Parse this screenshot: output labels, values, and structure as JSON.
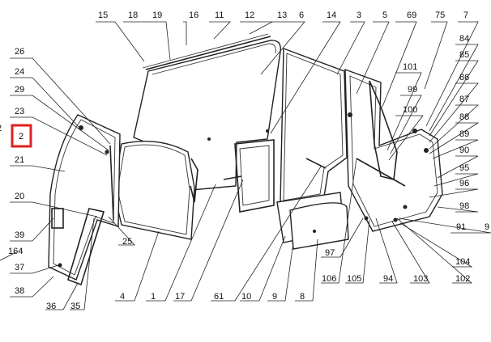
{
  "diagram": {
    "callouts": {
      "c15": "15",
      "c18": "18",
      "c19": "19",
      "c16": "16",
      "c11": "11",
      "c12": "12",
      "c13": "13",
      "c6": "6",
      "c14": "14",
      "c3": "3",
      "c5": "5",
      "c69": "69",
      "c75": "75",
      "c7": "7",
      "c84": "84",
      "c85": "85",
      "c86": "86",
      "c87": "87",
      "c88": "88",
      "c89": "89",
      "c90": "90",
      "c95": "95",
      "c96": "96",
      "c98": "98",
      "c91": "91",
      "c91b": "9",
      "c101": "101",
      "c99": "99",
      "c100": "100",
      "c26": "26",
      "c24": "24",
      "c29": "29",
      "c23": "23",
      "c2": "2",
      "c2edge": "2",
      "c21": "21",
      "c20": "20",
      "c39": "39",
      "c164": "164",
      "c37": "37",
      "c38": "38",
      "c36": "36",
      "c35": "35",
      "c25": "25",
      "c4": "4",
      "c1": "1",
      "c17": "17",
      "c61": "61",
      "c10": "10",
      "c9": "9",
      "c8": "8",
      "c97": "97",
      "c106": "106",
      "c105": "105",
      "c94": "94",
      "c103": "103",
      "c102": "102",
      "c104": "104"
    },
    "highlight_color": "#e02020"
  }
}
